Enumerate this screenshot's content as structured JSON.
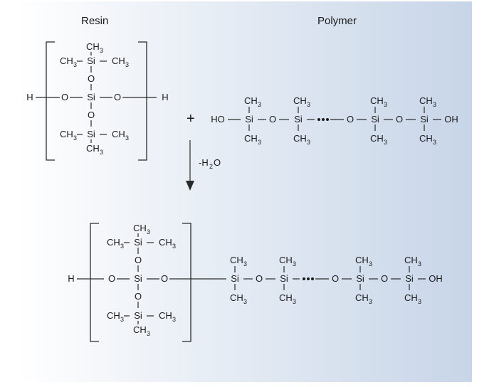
{
  "labels": {
    "resin": "Resin",
    "polymer": "Polymer",
    "plus": "+",
    "condition": "-H2O",
    "condition_main": "-H",
    "condition_sub": "2",
    "condition_tail": "O"
  },
  "atoms": {
    "H": "H",
    "O": "O",
    "Si": "Si",
    "HO": "HO",
    "OH": "OH",
    "CH3": "CH3",
    "C": "CH",
    "three": "3"
  },
  "colors": {
    "background_left": "#ffffff",
    "background_right": "#c7d5e8",
    "ink": "#1b1b1b"
  }
}
